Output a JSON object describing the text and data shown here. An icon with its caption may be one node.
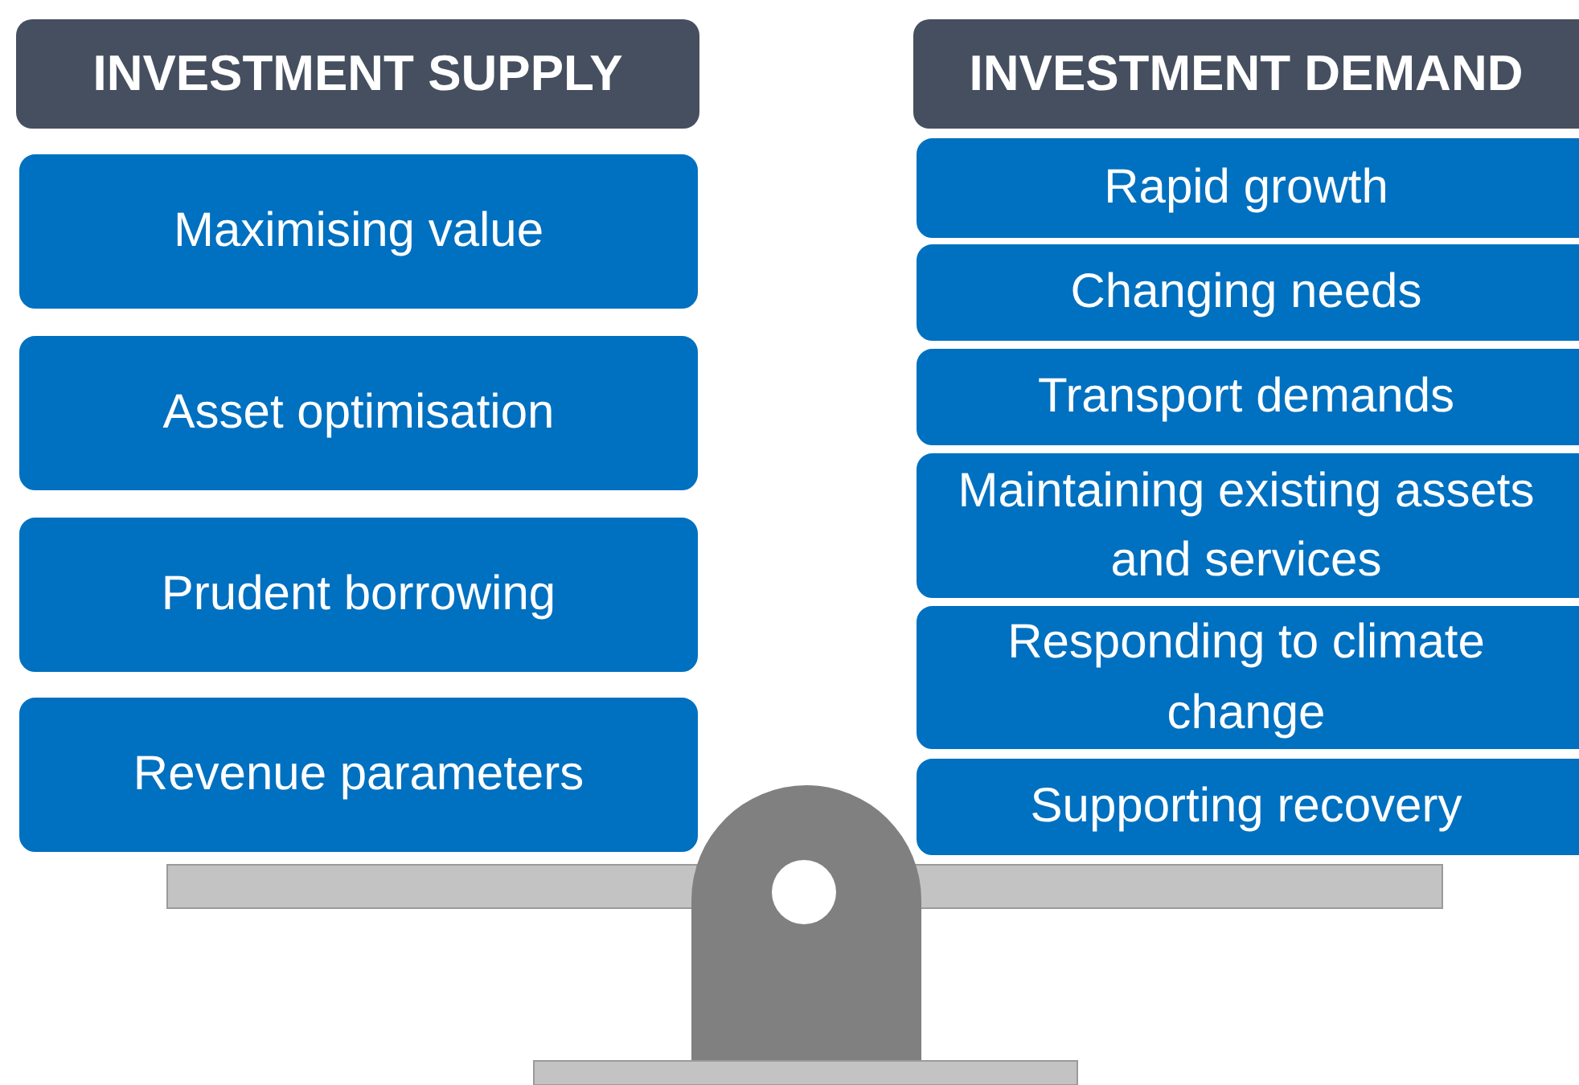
{
  "diagram": {
    "nodes": [
      {
        "text": [
          "INVESTMENT SUPPLY"
        ]
      },
      {
        "text": [
          "Maximising value"
        ]
      },
      {
        "text": [
          "Asset optimisation"
        ]
      },
      {
        "text": [
          "Prudent borrowing"
        ]
      },
      {
        "text": [
          "Revenue parameters"
        ]
      },
      {
        "text": [
          "INVESTMENT DEMAND"
        ]
      },
      {
        "text": [
          "Rapid growth"
        ]
      },
      {
        "text": [
          "Changing needs"
        ]
      },
      {
        "text": [
          "Transport demands"
        ]
      },
      {
        "text": [
          "Maintaining existing assets and services"
        ]
      },
      {
        "text": [
          "Responding to climate change"
        ]
      },
      {
        "text": [
          "Supporting recovery"
        ]
      }
    ]
  }
}
